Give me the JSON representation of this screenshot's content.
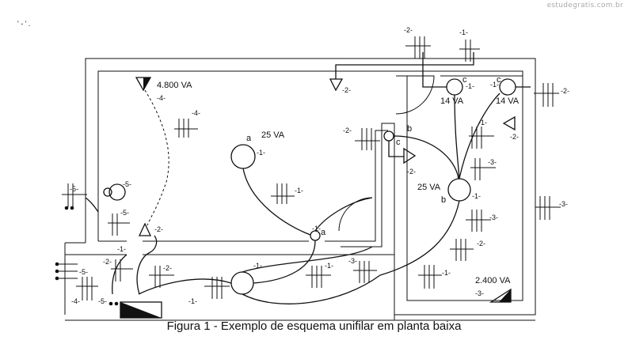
{
  "watermark": "estudegratis.com.br",
  "caption": "Figura 1 - Exemplo de esquema unifilar em planta baixa",
  "top_scrap": "' -    '   .",
  "loads": {
    "l4800": "4.800 VA",
    "l25a": "25 VA",
    "l14a": "14 VA",
    "l14b": "14 VA",
    "l25b": "25 VA",
    "l2400": "2.400 VA"
  },
  "letters": {
    "a": "a",
    "b": "b",
    "c": "c"
  },
  "circuits": {
    "c1": "-1-",
    "c2": "-2-",
    "c3": "-3-",
    "c4": "-4-",
    "c5": "-5-"
  }
}
